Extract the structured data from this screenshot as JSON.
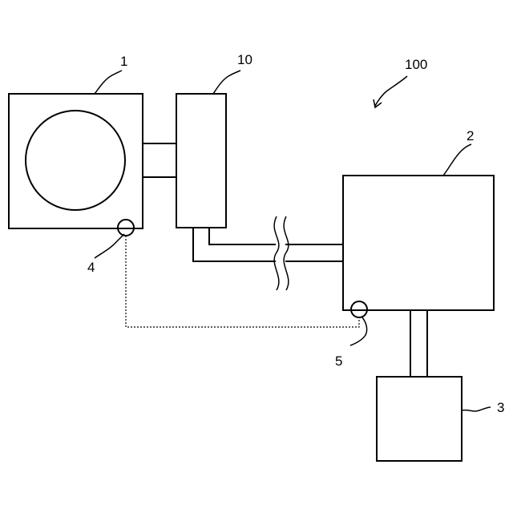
{
  "labels": {
    "system": "100",
    "unit_1": "1",
    "unit_2": "2",
    "unit_3": "3",
    "sensor_4": "4",
    "sensor_5": "5",
    "unit_10": "10"
  },
  "colors": {
    "line": "#000000",
    "background": "#ffffff"
  }
}
